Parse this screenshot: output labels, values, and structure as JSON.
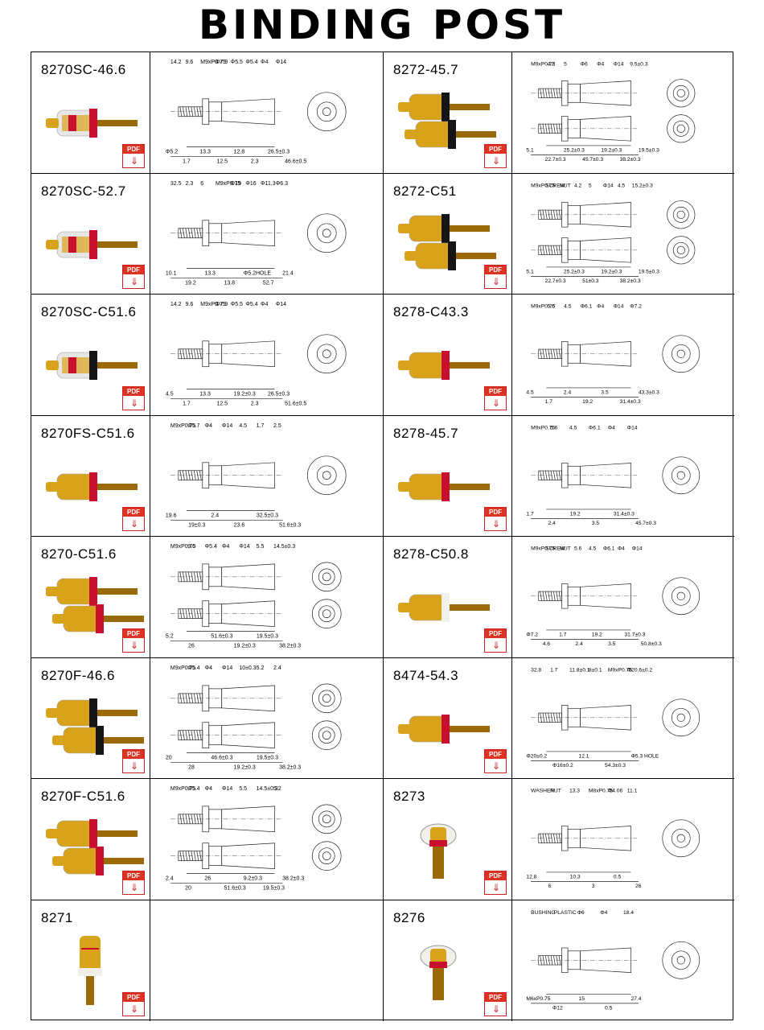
{
  "page_title": "BINDING POST",
  "pdf_label": "PDF",
  "products": [
    {
      "model": "8270SC-46.6",
      "dims": [
        "14.2",
        "9.6",
        "M9xP0.75",
        "Φ7.9",
        "Φ5.5",
        "Φ5.4",
        "Φ4",
        "Φ14",
        "Φ5.2",
        "1.7",
        "13.3",
        "12.5",
        "12.8",
        "2.3",
        "26.5±0.3",
        "46.6±0.5"
      ]
    },
    {
      "model": "8272-45.7",
      "dims": [
        "M9xP0.75",
        "4.2",
        "5",
        "Φ6",
        "Φ4",
        "Φ14",
        "9.5±0.3",
        "5.1",
        "22.7±0.3",
        "25.2±0.3",
        "45.7±0.3",
        "19.2±0.3",
        "38.2±0.3",
        "19.5±0.3"
      ]
    },
    {
      "model": "8270SC-52.7",
      "dims": [
        "32.5",
        "2.3",
        "6",
        "M9xP0.75",
        "Φ19",
        "Φ16",
        "Φ11.3",
        "Φ6.3",
        "10.1",
        "19.2",
        "13.3",
        "13.8",
        "Φ5.2HOLE",
        "52.7",
        "21.4"
      ]
    },
    {
      "model": "8272-C51",
      "dims": [
        "M9xP0.75",
        "SCREW",
        "NUT",
        "4.2",
        "5",
        "Φ14",
        "4.5",
        "15.2±0.3",
        "5.1",
        "22.7±0.3",
        "25.2±0.3",
        "51±0.3",
        "19.2±0.3",
        "38.2±0.3",
        "19.5±0.3"
      ]
    },
    {
      "model": "8270SC-C51.6",
      "dims": [
        "14.2",
        "9.6",
        "M9xP0.75",
        "Φ7.9",
        "Φ5.5",
        "Φ5.4",
        "Φ4",
        "Φ14",
        "4.5",
        "1.7",
        "13.3",
        "12.5",
        "19.2±0.3",
        "2.3",
        "26.5±0.3",
        "51.6±0.5"
      ]
    },
    {
      "model": "8278-C43.3",
      "dims": [
        "M9xP0.75",
        "5.6",
        "4.5",
        "Φ6.1",
        "Φ4",
        "Φ14",
        "Φ7.2",
        "4.5",
        "1.7",
        "2.4",
        "19.2",
        "3.5",
        "31.4±0.3",
        "43.3±0.3"
      ]
    },
    {
      "model": "8270FS-C51.6",
      "dims": [
        "M9xP0.75",
        "Φ5.7",
        "Φ4",
        "Φ14",
        "4.5",
        "1.7",
        "2.5",
        "19.6",
        "19±0.3",
        "2.4",
        "23.6",
        "32.5±0.3",
        "51.6±0.3"
      ]
    },
    {
      "model": "8278-45.7",
      "dims": [
        "M9xP0.75",
        "5.6",
        "4.5",
        "Φ6.1",
        "Φ4",
        "Φ14",
        "1.7",
        "2.4",
        "19.2",
        "3.5",
        "31.4±0.3",
        "45.7±0.3"
      ]
    },
    {
      "model": "8270-C51.6",
      "dims": [
        "M9xP0.75",
        "9.6",
        "Φ5.4",
        "Φ4",
        "Φ14",
        "5.5",
        "14.5±0.3",
        "5.2",
        "26",
        "51.6±0.3",
        "19.2±0.3",
        "19.5±0.3",
        "38.2±0.3"
      ]
    },
    {
      "model": "8278-C50.8",
      "dims": [
        "M9xP0.75",
        "SCREW",
        "NUT",
        "5.6",
        "4.5",
        "Φ6.1",
        "Φ4",
        "Φ14",
        "Φ7.2",
        "4.6",
        "1.7",
        "2.4",
        "19.2",
        "3.5",
        "31.7±0.3",
        "50.8±0.3"
      ]
    },
    {
      "model": "8270F-46.6",
      "dims": [
        "M9xP0.75",
        "Φ5.4",
        "Φ4",
        "Φ14",
        "10±0.3",
        "5.2",
        "2.4",
        "20",
        "28",
        "46.6±0.3",
        "19.2±0.3",
        "19.5±0.3",
        "38.2±0.3"
      ]
    },
    {
      "model": "8474-54.3",
      "dims": [
        "32.8",
        "1.7",
        "11.8±0.1",
        "8±0.1",
        "M9xP0.75",
        "Φ20.6±0.2",
        "Φ20±0.2",
        "Φ16±0.2",
        "12.1",
        "54.3±0.3",
        "Φ5.3 HOLE"
      ]
    },
    {
      "model": "8270F-C51.6",
      "dims": [
        "M9xP0.75",
        "Φ5.4",
        "Φ4",
        "Φ14",
        "5.5",
        "14.5±0.3",
        "5.2",
        "2.4",
        "20",
        "26",
        "51.6±0.3",
        "9.2±0.3",
        "19.5±0.3",
        "38.2±0.3"
      ]
    },
    {
      "model": "8273",
      "dims": [
        "WASHER",
        "NUT",
        "13.3",
        "M8xP0.75",
        "Φ4.06",
        "11.1",
        "12.8",
        "6",
        "10.3",
        "3",
        "0.5",
        "26"
      ]
    },
    {
      "model": "8271",
      "dims": []
    },
    {
      "model": "8276",
      "dims": [
        "BUSHING",
        "PLASTIC",
        "Φ6",
        "Φ4",
        "18.4",
        "M6xP0.75",
        "Φ12",
        "15",
        "0.5",
        "27.4"
      ]
    }
  ],
  "photo_colors": {
    "gold": "#d9a21b",
    "gold_dark": "#9a6a08",
    "red": "#c8102e",
    "black": "#151515",
    "clear": "#e6e6e6",
    "white": "#f2f0ea"
  },
  "photo_styles": [
    "clear-red",
    "dual-black",
    "clear-red",
    "dual-black",
    "clear-black",
    "red-gold",
    "red-gold",
    "red-gold",
    "dual-red",
    "white-gold",
    "dual-black",
    "red-gold",
    "dual-red",
    "small-red",
    "clear-gold",
    "small-red"
  ]
}
